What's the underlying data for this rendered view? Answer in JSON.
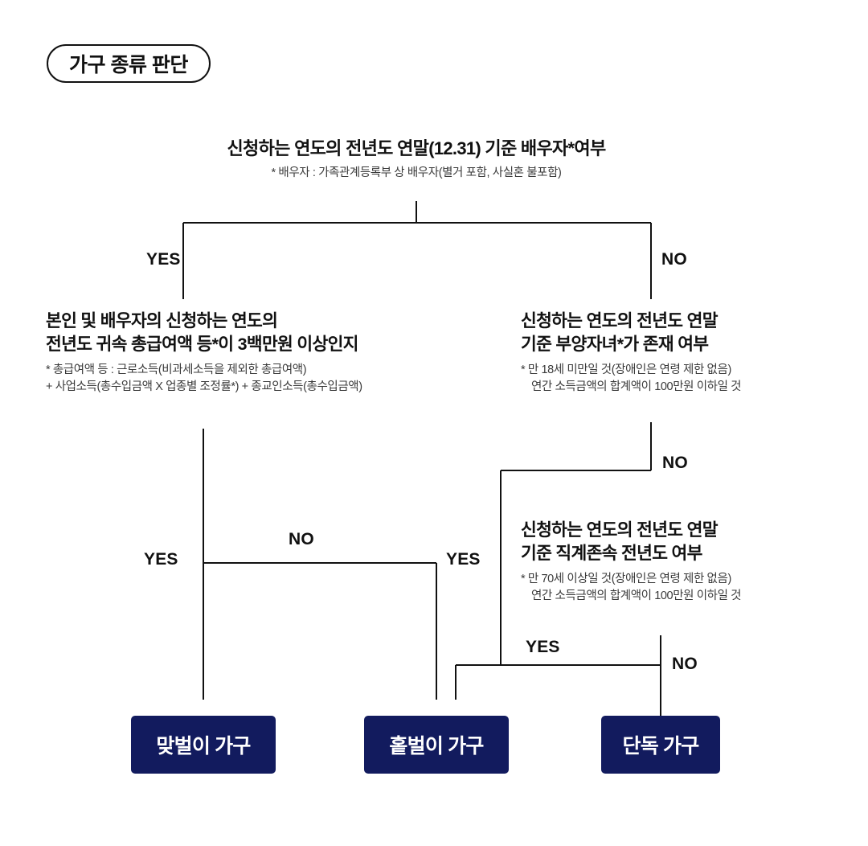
{
  "title": {
    "text": "가구 종류 판단"
  },
  "questions": {
    "root": {
      "line1": "신청하는 연도의 전년도 연말(12.31) 기준 배우자*여부",
      "note1": "* 배우자 : 가족관계등록부 상 배우자(별거 포함, 사실혼 불포함)"
    },
    "spouse_income": {
      "line1": "본인 및 배우자의 신청하는 연도의",
      "line2": "전년도 귀속 총급여액 등*이  3백만원 이상인지",
      "note1": "* 총급여액 등 : 근로소득(비과세소득을 제외한 총급여액)",
      "note2": "+ 사업소득(총수입금액 X 업종별 조정률*) + 종교인소득(총수입금액)"
    },
    "dependent_child": {
      "line1": "신청하는 연도의 전년도 연말",
      "line2": "기준 부양자녀*가 존재 여부",
      "note1": "* 만 18세 미만일 것(장애인은 연령 제한 없음)",
      "note2": "연간 소득금액의 합계액이 100만원 이하일 것"
    },
    "lineal_ascendant": {
      "line1": "신청하는 연도의 전년도 연말",
      "line2": "기준 직계존속 전년도 여부",
      "note1": "* 만 70세 이상일 것(장애인은 연령 제한 없음)",
      "note2": "연간 소득금액의 합계액이 100만원 이하일 것"
    }
  },
  "labels": {
    "root_yes": "YES",
    "root_no": "NO",
    "spouse_income_yes": "YES",
    "spouse_income_no": "NO",
    "dependent_child_yes": "YES",
    "dependent_child_no": "NO",
    "lineal_yes": "YES",
    "lineal_no": "NO"
  },
  "results": {
    "dual_income": "맞벌이 가구",
    "single_income": "홑벌이 가구",
    "single_person": "단독 가구"
  },
  "colors": {
    "result_box": "#121B5E",
    "result_text": "#FFFFFF",
    "line": "#111111",
    "text": "#111111",
    "note_text": "#3A3A3A",
    "background": "#FFFFFF"
  },
  "chart_data": {
    "type": "flowchart",
    "title": "가구 종류 판단",
    "nodes": [
      {
        "id": "q1",
        "kind": "decision",
        "text": "신청하는 연도의 전년도 연말(12.31) 기준 배우자*여부"
      },
      {
        "id": "q2",
        "kind": "decision",
        "text": "본인 및 배우자의 신청하는 연도의 전년도 귀속 총급여액 등*이 3백만원 이상인지"
      },
      {
        "id": "q3",
        "kind": "decision",
        "text": "신청하는 연도의 전년도 연말 기준 부양자녀*가 존재 여부"
      },
      {
        "id": "q4",
        "kind": "decision",
        "text": "신청하는 연도의 전년도 연말 기준 직계존속 전년도 여부"
      },
      {
        "id": "r1",
        "kind": "result",
        "text": "맞벌이 가구"
      },
      {
        "id": "r2",
        "kind": "result",
        "text": "홑벌이 가구"
      },
      {
        "id": "r3",
        "kind": "result",
        "text": "단독 가구"
      }
    ],
    "edges": [
      {
        "from": "q1",
        "to": "q2",
        "label": "YES"
      },
      {
        "from": "q1",
        "to": "q3",
        "label": "NO"
      },
      {
        "from": "q2",
        "to": "r1",
        "label": "YES"
      },
      {
        "from": "q2",
        "to": "r2",
        "label": "NO"
      },
      {
        "from": "q3",
        "to": "r2",
        "label": "YES"
      },
      {
        "from": "q3",
        "to": "q4",
        "label": "NO"
      },
      {
        "from": "q4",
        "to": "r2",
        "label": "YES"
      },
      {
        "from": "q4",
        "to": "r3",
        "label": "NO"
      }
    ]
  }
}
